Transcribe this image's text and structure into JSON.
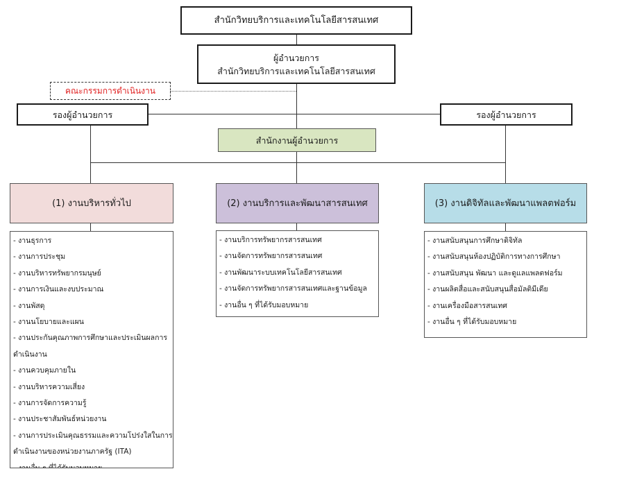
{
  "chart_title": "สำนักวิทยบริการและเทคโนโลยีสารสนเทศ",
  "director": [
    "ผู้อำนวยการ",
    "สำนักวิทยบริการและเทคโนโลยีสารสนเทศ"
  ],
  "committee": "คณะกรรมการดำเนินงาน",
  "deputy_left": "รองผู้อำนวยการ",
  "deputy_right": "รองผู้อำนวยการ",
  "office": "สำนักงานผู้อำนวยการ",
  "colors": {
    "office_bg": "#d9e6c1",
    "unit1_bg": "#f2dcdb",
    "unit2_bg": "#ccc0da",
    "unit3_bg": "#b7dde8",
    "committee_text": "#e02020"
  },
  "units": [
    {
      "title": "(1) งานบริหารทั่วไป",
      "items": [
        "- งานธุรการ",
        "- งานการประชุม",
        "- งานบริหารทรัพยากรมนุษย์",
        "- งานการเงินและงบประมาณ",
        "- งานพัสดุ",
        "- งานนโยบายและแผน",
        "- งานประกันคุณภาพการศึกษาและประเมินผลการดำเนินงาน",
        "- งานควบคุมภายใน",
        "- งานบริหารความเสี่ยง",
        "- งานการจัดการความรู้",
        "- งานประชาสัมพันธ์หน่วยงาน",
        "- งานการประเมินคุณธรรมและความโปร่งใสในการดำเนินงานของหน่วยงานภาครัฐ (ITA)",
        "- งานอื่น ๆ ที่ได้รับมอบหมาย"
      ]
    },
    {
      "title": "(2) งานบริการและพัฒนาสารสนเทศ",
      "items": [
        "- งานบริการทรัพยากรสารสนเทศ",
        "- งานจัดการทรัพยากรสารสนเทศ",
        "- งานพัฒนาระบบเทคโนโลยีสารสนเทศ",
        "- งานจัดการทรัพยากรสารสนเทศและฐานข้อมูล",
        "- งานอื่น ๆ ที่ได้รับมอบหมาย"
      ]
    },
    {
      "title": "(3) งานดิจิทัลและพัฒนาแพลตฟอร์ม",
      "items": [
        "- งานสนับสนุนการศึกษาดิจิทัล",
        "- งานสนับสนุนห้องปฏิบัติการทางการศึกษา",
        "- งานสนับสนุน พัฒนา และดูแลแพลตฟอร์ม",
        "- งานผลิตสื่อและสนับสนุนสื่อมัลติมีเดีย",
        "- งานเครื่องมือสารสนเทศ",
        "- งานอื่น ๆ ที่ได้รับมอบหมาย"
      ]
    }
  ]
}
